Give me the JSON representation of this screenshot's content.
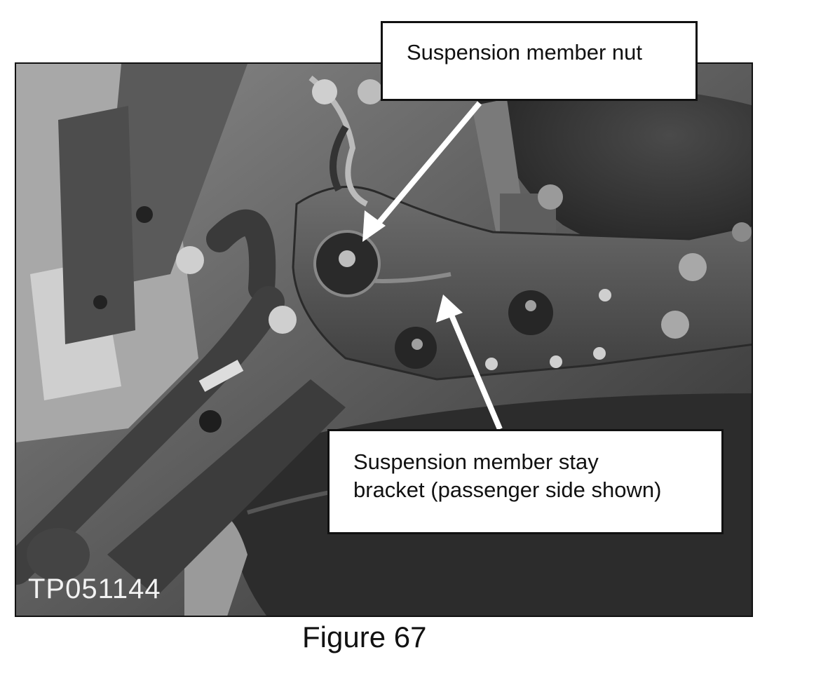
{
  "callouts": {
    "nut": "Suspension member nut",
    "bracket_line1": "Suspension member stay",
    "bracket_line2": "bracket (passenger side shown)"
  },
  "image_code": "TP051144",
  "figure_caption": "Figure 67",
  "colors": {
    "photo_dark": "#3a3a3a",
    "photo_mid": "#6a6a6a",
    "photo_light": "#bdbdbd",
    "arrow": "#ffffff",
    "frame": "#111111"
  }
}
